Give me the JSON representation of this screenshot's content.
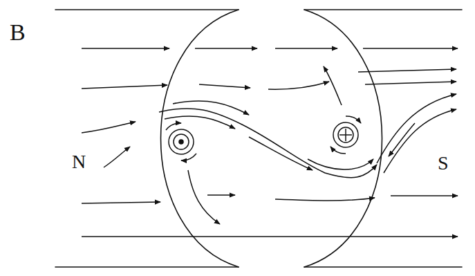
{
  "diagram": {
    "labels": [
      "B",
      "N",
      "S"
    ]
  }
}
